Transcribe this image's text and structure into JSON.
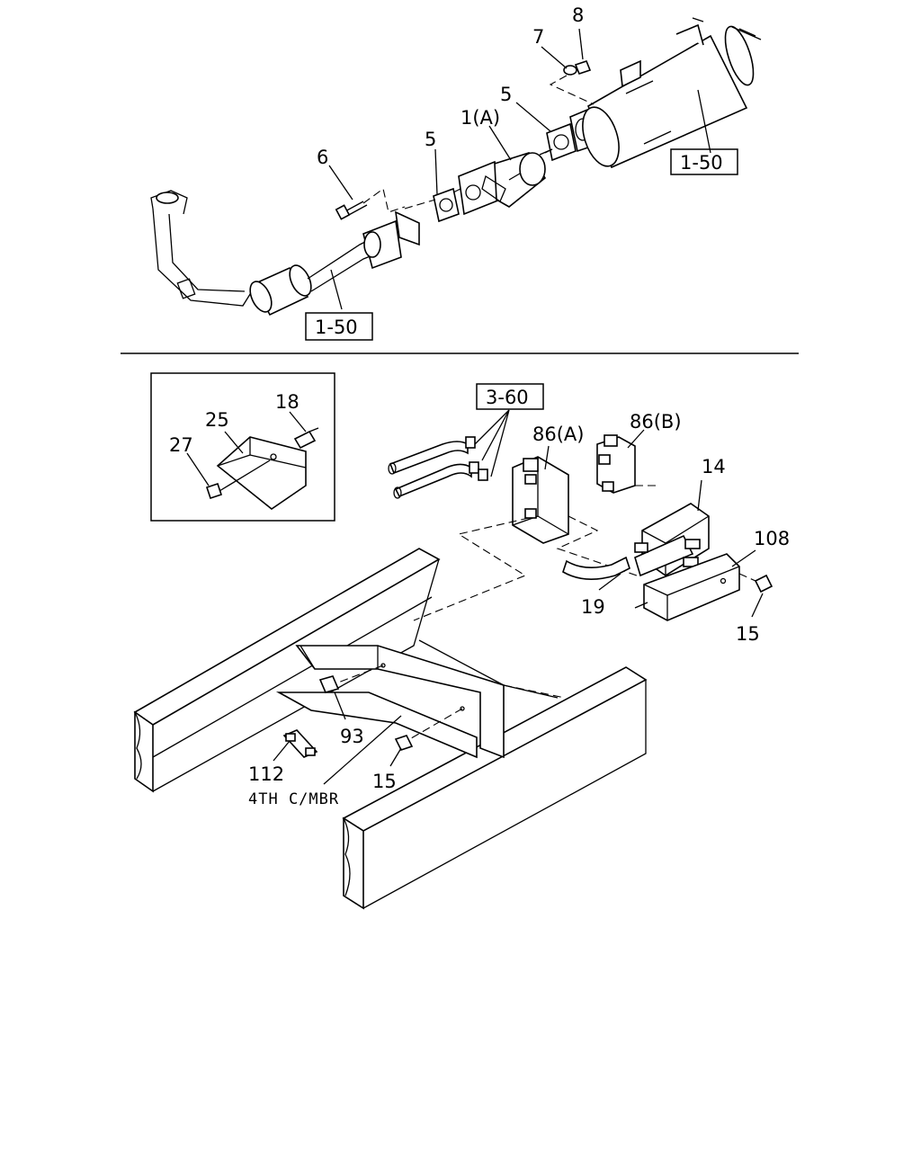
{
  "labels": {
    "l8": "8",
    "l7": "7",
    "l5a": "5",
    "l1a": "1(A)",
    "l5b": "5",
    "l6": "6",
    "ref_150_top": "1-50",
    "ref_150_bottom": "1-50",
    "ref_360": "3-60",
    "l18": "18",
    "l25": "25",
    "l27": "27",
    "l86a": "86(A)",
    "l86b": "86(B)",
    "l14": "14",
    "l108": "108",
    "l15a": "15",
    "l19": "19",
    "l93": "93",
    "l112": "112",
    "l15b": "15",
    "cross_member": "4TH C/MBR"
  }
}
